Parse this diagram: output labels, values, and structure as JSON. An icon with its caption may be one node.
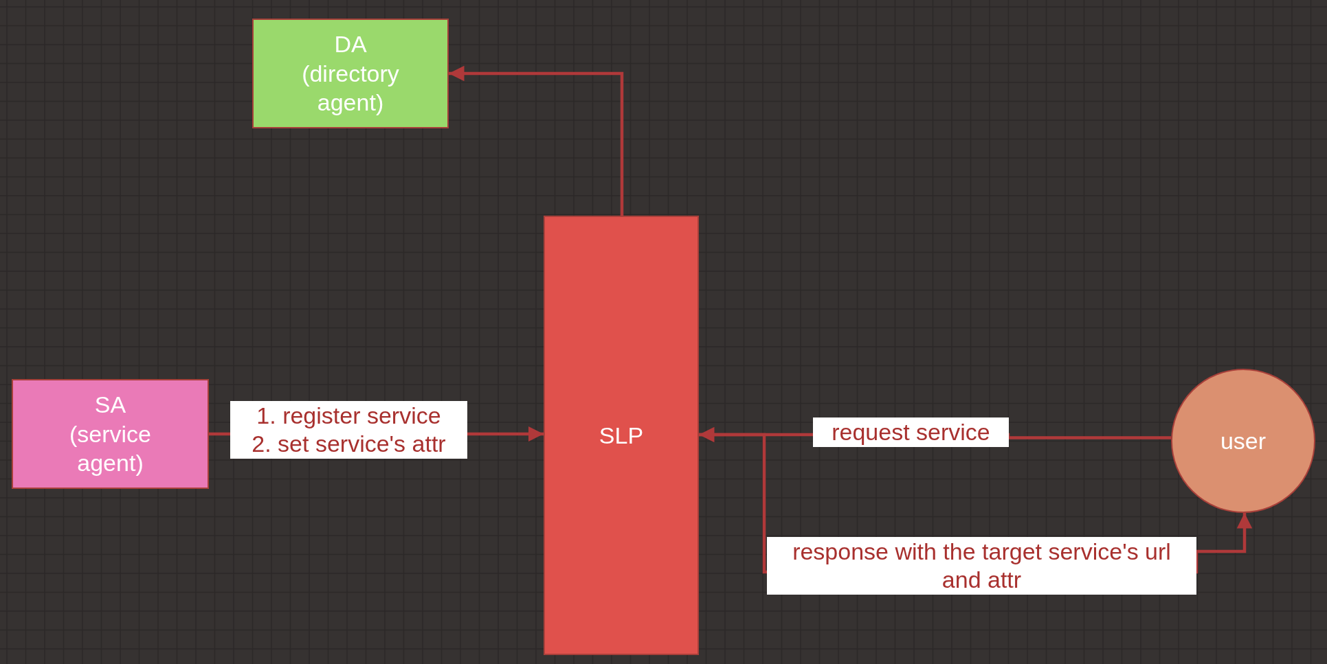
{
  "diagram": {
    "nodes": [
      {
        "text": [
          "DA (directory agent)"
        ]
      },
      {
        "text": [
          "SLP"
        ]
      },
      {
        "text": [
          "SA (service agent)"
        ]
      },
      {
        "text": [
          "user"
        ]
      }
    ],
    "edges": [
      {
        "from": 1,
        "to": 0,
        "arrow": "to"
      },
      {
        "from": 2,
        "to": 1,
        "arrow": "to",
        "label": "1. register service 2. set service's attr"
      },
      {
        "from": 3,
        "to": 1,
        "arrow": "to",
        "label": "request service"
      },
      {
        "from": 1,
        "to": 3,
        "arrow": "to",
        "label": "response with the target service's url and attr"
      }
    ]
  }
}
